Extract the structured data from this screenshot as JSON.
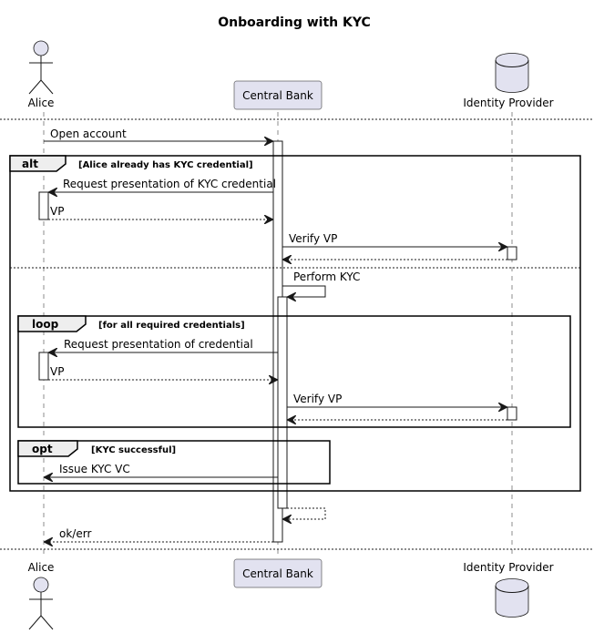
{
  "title": "Onboarding with KYC",
  "participants": {
    "alice": "Alice",
    "bank": "Central Bank",
    "idp": "Identity Provider"
  },
  "messages": {
    "open_account": "Open account",
    "request_kyc": "Request presentation of KYC credential",
    "vp_1": "VP",
    "verify_vp_1": "Verify VP",
    "perform_kyc": "Perform KYC",
    "request_cred": "Request presentation of credential",
    "vp_2": "VP",
    "verify_vp_2": "Verify VP",
    "issue_kyc_vc": "Issue KYC VC",
    "ok_err": "ok/err"
  },
  "fragments": {
    "alt": {
      "tag": "alt",
      "guard": "[Alice already has KYC credential]"
    },
    "loop": {
      "tag": "loop",
      "guard": "[for all required credentials]"
    },
    "opt": {
      "tag": "opt",
      "guard": "[KYC successful]"
    }
  }
}
